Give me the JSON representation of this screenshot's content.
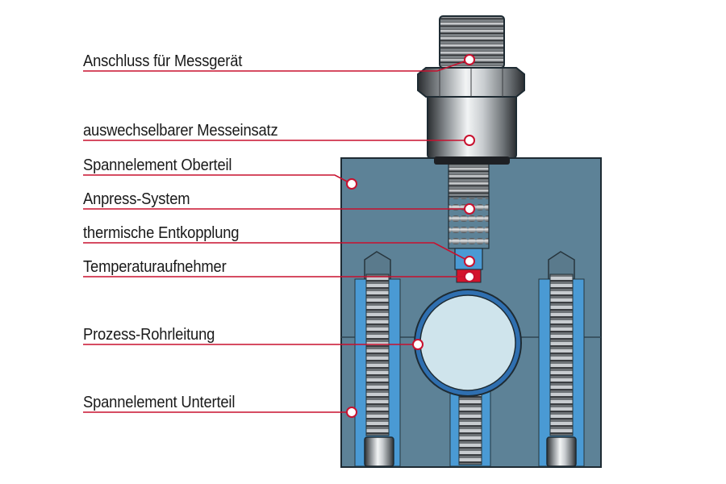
{
  "colors": {
    "block": "#5d8297",
    "block_edge": "#1e2b33",
    "leader": "#c8102e",
    "insulation": "#4a9ad4",
    "pipe_wall": "#2f6fb0",
    "pipe_inner": "#cfe4ec",
    "sensor": "#d3142c",
    "metal_light": "#eef0f1",
    "metal_dark": "#2a2d30"
  },
  "labels": [
    {
      "id": "anschluss",
      "text": "Anschluss für Messgerät"
    },
    {
      "id": "messeinsatz",
      "text": "auswechselbarer Messeinsatz"
    },
    {
      "id": "oberteil",
      "text": "Spannelement Oberteil"
    },
    {
      "id": "anpress",
      "text": "Anpress-System"
    },
    {
      "id": "entkopplung",
      "text": "thermische Entkopplung"
    },
    {
      "id": "temperatur",
      "text": "Temperaturaufnehmer"
    },
    {
      "id": "rohrleitung",
      "text": "Prozess-Rohrleitung"
    },
    {
      "id": "unterteil",
      "text": "Spannelement Unterteil"
    }
  ]
}
